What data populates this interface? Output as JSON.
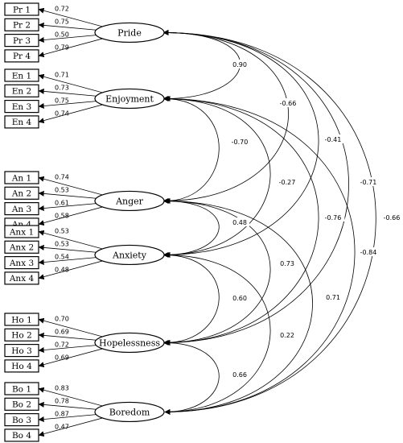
{
  "factors": [
    {
      "id": "pride",
      "label": "Pride",
      "indicators": [
        {
          "label": "Pr 1",
          "loading": "0.72"
        },
        {
          "label": "Pr 2",
          "loading": "0.75"
        },
        {
          "label": "Pr 3",
          "loading": "0.50"
        },
        {
          "label": "Pr 4",
          "loading": "0.79"
        }
      ]
    },
    {
      "id": "enjoyment",
      "label": "Enjoyment",
      "indicators": [
        {
          "label": "En 1",
          "loading": "0.71"
        },
        {
          "label": "En 2",
          "loading": "0.73"
        },
        {
          "label": "En 3",
          "loading": "0.75"
        },
        {
          "label": "En 4",
          "loading": "0.74"
        }
      ]
    },
    {
      "id": "anger",
      "label": "Anger",
      "indicators": [
        {
          "label": "An 1",
          "loading": "0.74"
        },
        {
          "label": "An 2",
          "loading": "0.53"
        },
        {
          "label": "An 3",
          "loading": "0.61"
        },
        {
          "label": "An 4",
          "loading": "0.58"
        }
      ]
    },
    {
      "id": "anxiety",
      "label": "Anxiety",
      "indicators": [
        {
          "label": "Anx 1",
          "loading": "0.53"
        },
        {
          "label": "Anx 2",
          "loading": "0.53"
        },
        {
          "label": "Anx 3",
          "loading": "0.54"
        },
        {
          "label": "Anx 4",
          "loading": "0.48"
        }
      ]
    },
    {
      "id": "hopelessness",
      "label": "Hopelessness",
      "indicators": [
        {
          "label": "Ho 1",
          "loading": "0.70"
        },
        {
          "label": "Ho 2",
          "loading": "0.69"
        },
        {
          "label": "Ho 3",
          "loading": "0.72"
        },
        {
          "label": "Ho 4",
          "loading": "0.69"
        }
      ]
    },
    {
      "id": "boredom",
      "label": "Boredom",
      "indicators": [
        {
          "label": "Bo 1",
          "loading": "0.83"
        },
        {
          "label": "Bo 2",
          "loading": "0.78"
        },
        {
          "label": "Bo 3",
          "loading": "0.87"
        },
        {
          "label": "Bo 4",
          "loading": "0.47"
        }
      ]
    }
  ],
  "correlations": [
    {
      "from": "pride",
      "to": "enjoyment",
      "value": "0.90"
    },
    {
      "from": "pride",
      "to": "anger",
      "value": "-0.66"
    },
    {
      "from": "pride",
      "to": "anxiety",
      "value": "-0.41"
    },
    {
      "from": "pride",
      "to": "hopelessness",
      "value": "-0.71"
    },
    {
      "from": "pride",
      "to": "boredom",
      "value": "-0.66"
    },
    {
      "from": "enjoyment",
      "to": "anger",
      "value": "-0.70"
    },
    {
      "from": "enjoyment",
      "to": "anxiety",
      "value": "-0.27"
    },
    {
      "from": "enjoyment",
      "to": "hopelessness",
      "value": "-0.76"
    },
    {
      "from": "enjoyment",
      "to": "boredom",
      "value": "-0.84"
    },
    {
      "from": "anger",
      "to": "anxiety",
      "value": "0.48"
    },
    {
      "from": "anger",
      "to": "hopelessness",
      "value": "0.73"
    },
    {
      "from": "anger",
      "to": "boredom",
      "value": "0.71"
    },
    {
      "from": "anxiety",
      "to": "hopelessness",
      "value": "0.60"
    },
    {
      "from": "anxiety",
      "to": "boredom",
      "value": "0.22"
    },
    {
      "from": "hopelessness",
      "to": "boredom",
      "value": "0.66"
    }
  ]
}
